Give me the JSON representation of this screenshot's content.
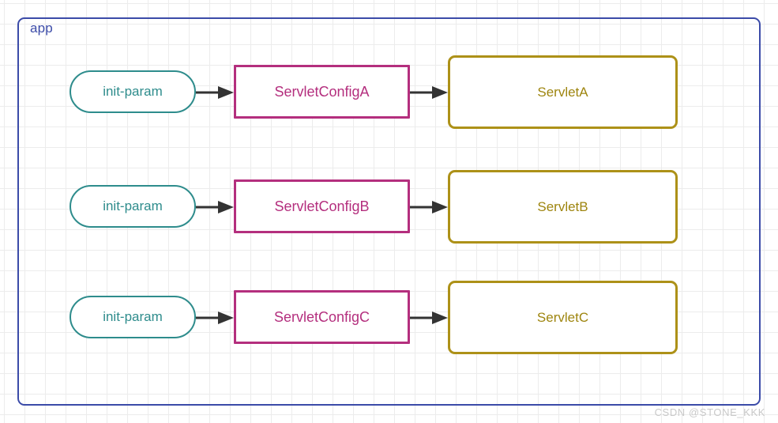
{
  "diagram": {
    "container_label": "app",
    "watermark": "CSDN @STONE_KKK",
    "colors": {
      "container_border": "#3B4BA8",
      "pill_border": "#2E8C8C",
      "config_border": "#B42F7E",
      "servlet_border": "#AD9118",
      "arrow": "#333333",
      "grid": "#ececec",
      "watermark": "#c9c9c9"
    },
    "rows": [
      {
        "param_label": "init-param",
        "config_label": "ServletConfigA",
        "servlet_label": "ServletA"
      },
      {
        "param_label": "init-param",
        "config_label": "ServletConfigB",
        "servlet_label": "ServletB"
      },
      {
        "param_label": "init-param",
        "config_label": "ServletConfigC",
        "servlet_label": "ServletC"
      }
    ]
  }
}
